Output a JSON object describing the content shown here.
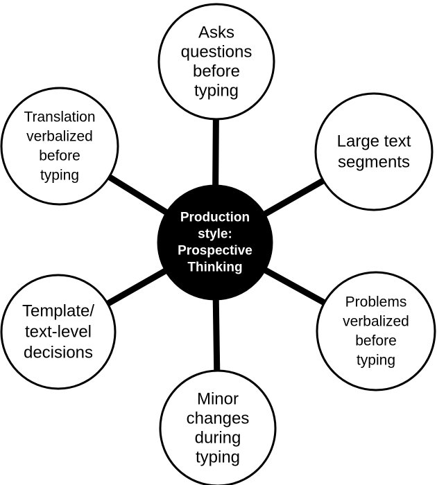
{
  "diagram": {
    "hub": {
      "lines": [
        "Production",
        "style:",
        "Prospective",
        "Thinking"
      ],
      "fill_color": "#000000",
      "text_color": "#ffffff"
    },
    "nodes": [
      {
        "id": "asks-questions",
        "lines": [
          "Asks",
          "questions",
          "before",
          "typing"
        ]
      },
      {
        "id": "large-text-segments",
        "lines": [
          "Large text",
          "segments"
        ]
      },
      {
        "id": "problems-verbalized",
        "lines": [
          "Problems",
          "verbalized",
          "before",
          "typing"
        ]
      },
      {
        "id": "minor-changes",
        "lines": [
          "Minor",
          "changes",
          "during",
          "typing"
        ]
      },
      {
        "id": "template-decisions",
        "lines": [
          "Template/",
          "text-level",
          "decisions"
        ]
      },
      {
        "id": "translation-verbalized",
        "lines": [
          "Translation",
          "verbalized",
          "before",
          "typing"
        ]
      }
    ],
    "line_color": "#000000",
    "node_fill_color": "#ffffff"
  }
}
